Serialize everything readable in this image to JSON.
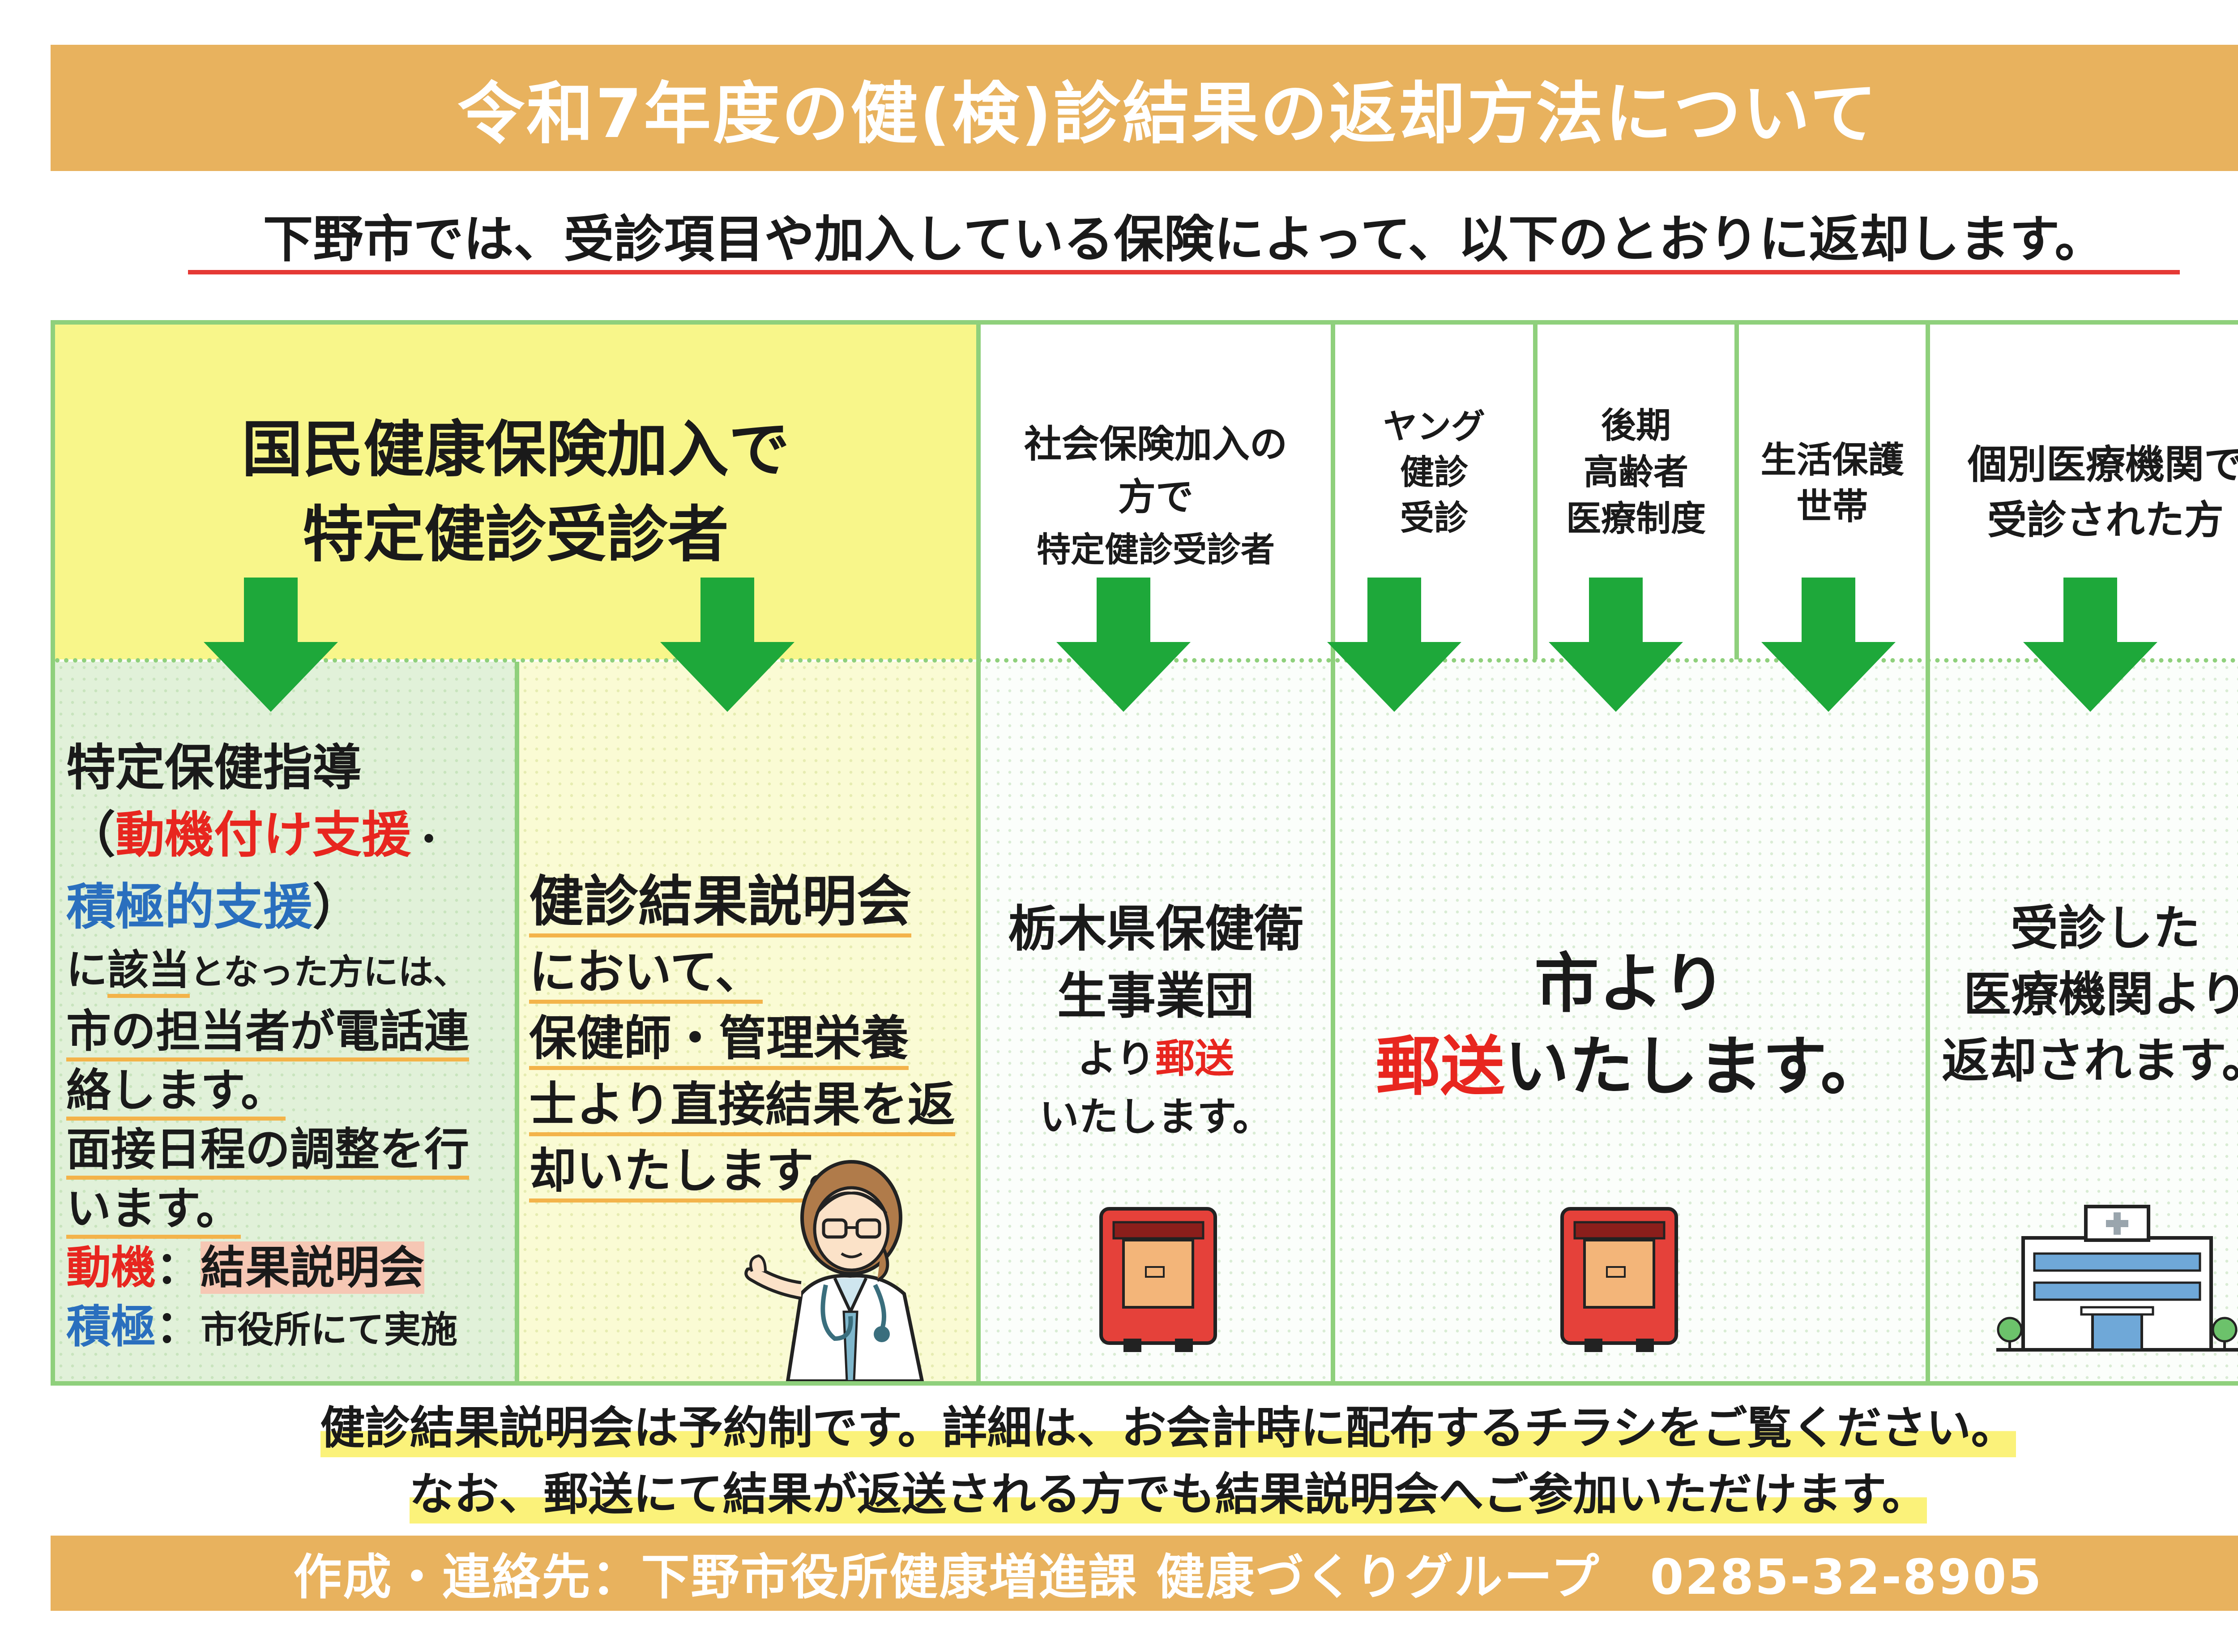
{
  "header": {
    "title": "令和7年度の健(検)診結果の返却方法について",
    "subtitle": "下野市では、受診項目や加入している保険によって、以下のとおりに返却します。"
  },
  "columns": {
    "kokuho": {
      "line1": "国民健康保険加入で",
      "line2": "特定健診受診者"
    },
    "shaho": {
      "line1": "社会保険加入の",
      "line2": "方で",
      "line3": "特定健診受診者"
    },
    "young": {
      "line1": "ヤング",
      "line2": "健診",
      "line3": "受診"
    },
    "kouki": {
      "line1": "後期",
      "line2": "高齢者",
      "line3": "医療制度"
    },
    "seikatsu": {
      "line1": "生活保護",
      "line2": "世帯"
    },
    "kobetsu": {
      "line1": "個別医療機関で",
      "line2": "受診された方"
    }
  },
  "left_panel": {
    "title": "特定保健指導",
    "paren_open": "（",
    "doki_shien": "動機付け支援",
    "dot": "・",
    "sekkyoku_shien": "積極的支援",
    "paren_close": "）",
    "line3a": "に",
    "line3b": "該当",
    "line3c": "となった方には、",
    "line4": "市の担当者が電話連",
    "line5": "絡します。",
    "line6": "面接日程の調整を行",
    "line7": "います。",
    "doki": "動機",
    "colon1": "：",
    "doki_value": "結果説明会",
    "sekkyoku": "積極",
    "colon2": "：",
    "sekkyoku_value": "市役所にて実施"
  },
  "mid_panel": {
    "title": "健診結果説明会",
    "line2": "において、",
    "line3": "保健師・管理栄養",
    "line4": "士より直接結果を返",
    "line5": "却いたします。"
  },
  "shaho_panel": {
    "line1": "栃木県保健衛",
    "line2": "生事業団",
    "line3a": "より",
    "line3b": "郵送",
    "line4": "いたします。"
  },
  "city_panel": {
    "line1": "市より",
    "line2a": "郵送",
    "line2b": "いたします。"
  },
  "clinic_panel": {
    "line1": "受診した",
    "line2": "医療機関より",
    "line3": "返却されます。"
  },
  "notes": {
    "line1": "健診結果説明会は予約制です。詳細は、お会計時に配布するチラシをご覧ください。",
    "line2": "なお、郵送にて結果が返送される方でも結果説明会へご参加いただけます。"
  },
  "footer": {
    "text": "作成・連絡先：下野市役所健康増進課 健康づくりグループ　0285-32-8905"
  },
  "icons": {
    "arrow": "down-arrow-icon",
    "postbox": "postbox-icon",
    "hospital": "hospital-icon",
    "doctor": "doctor-illustration"
  },
  "colors": {
    "banner": "#e8b25e",
    "accent_red": "#e8261f",
    "accent_blue": "#2a6fbe",
    "arrow_green": "#1ea83a",
    "border_green": "#8fd07c",
    "header_yellow": "#f8f68a"
  }
}
